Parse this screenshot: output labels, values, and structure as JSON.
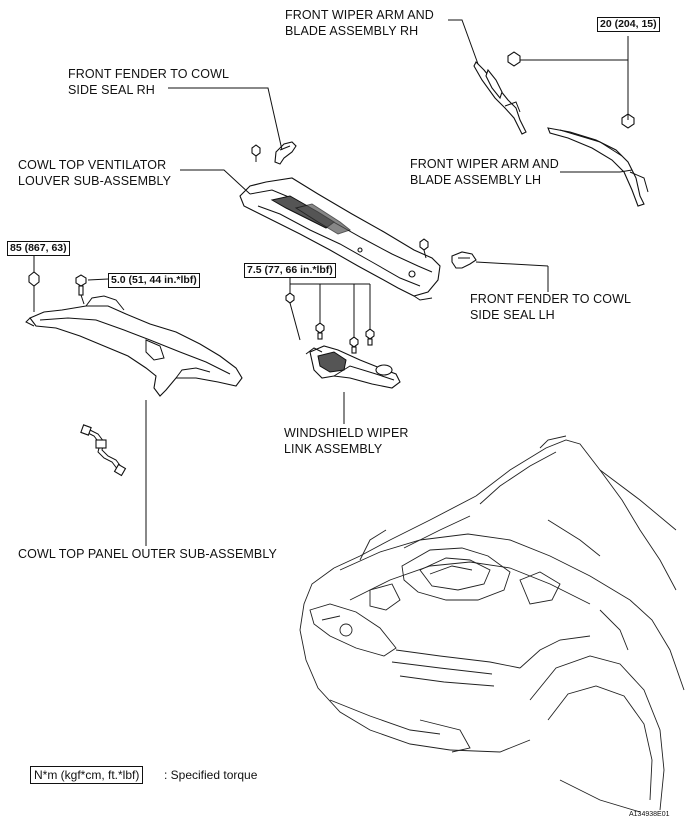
{
  "labels": {
    "wiper_rh": [
      "FRONT WIPER ARM AND",
      "BLADE ASSEMBLY RH"
    ],
    "seal_rh": [
      "FRONT FENDER TO COWL",
      "SIDE SEAL RH"
    ],
    "louver": [
      "COWL TOP VENTILATOR",
      "LOUVER SUB-ASSEMBLY"
    ],
    "wiper_lh": [
      "FRONT WIPER ARM AND",
      "BLADE ASSEMBLY LH"
    ],
    "seal_lh": [
      "FRONT FENDER TO COWL",
      "SIDE SEAL LH"
    ],
    "link": [
      "WINDSHIELD WIPER",
      "LINK ASSEMBLY"
    ],
    "panel_outer": "COWL TOP PANEL OUTER SUB-ASSEMBLY"
  },
  "torques": {
    "wiper_nut": "20 (204, 15)",
    "panel_nut": "85 (867, 63)",
    "panel_bolt": "5.0 (51, 44 in.*lbf)",
    "link_bolt": "7.5 (77, 66 in.*lbf)"
  },
  "legend": {
    "unit": "N*m (kgf*cm, ft.*lbf)",
    "text": ": Specified torque"
  },
  "figure_id": "A134938E01"
}
